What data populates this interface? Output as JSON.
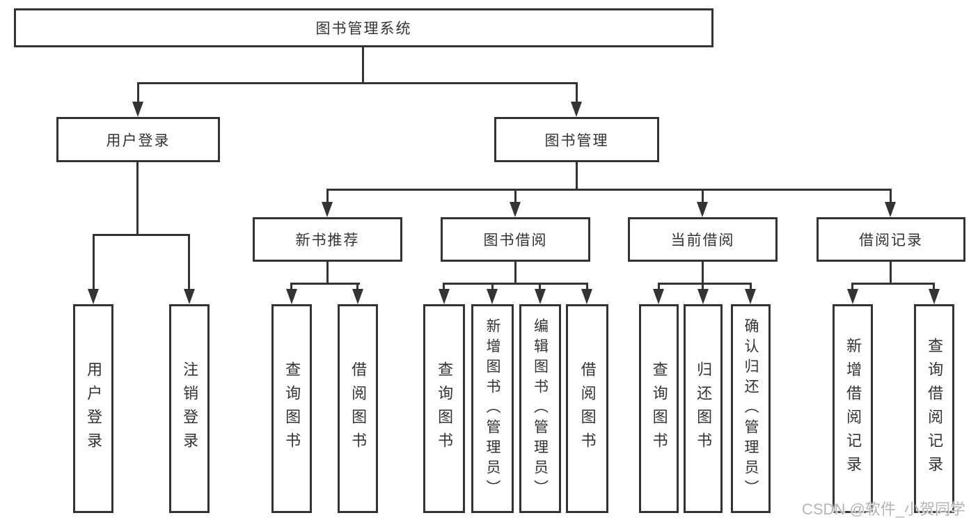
{
  "tree": {
    "root": {
      "label": "图书管理系统"
    },
    "branches": [
      {
        "label": "用户登录",
        "children": [
          {
            "label": "用户登录"
          },
          {
            "label": "注销登录"
          }
        ]
      },
      {
        "label": "图书管理",
        "children": [
          {
            "label": "新书推荐",
            "children": [
              {
                "label": "查询图书"
              },
              {
                "label": "借阅图书"
              }
            ]
          },
          {
            "label": "图书借阅",
            "children": [
              {
                "label": "查询图书"
              },
              {
                "label": "新增图书（管理员）"
              },
              {
                "label": "编辑图书（管理员）"
              },
              {
                "label": "借阅图书"
              }
            ]
          },
          {
            "label": "当前借阅",
            "children": [
              {
                "label": "查询图书"
              },
              {
                "label": "归还图书"
              },
              {
                "label": "确认归还（管理员）"
              }
            ]
          },
          {
            "label": "借阅记录",
            "children": [
              {
                "label": "新增借阅记录"
              },
              {
                "label": "查询借阅记录"
              }
            ]
          }
        ]
      }
    ]
  },
  "watermark": "CSDN @软件_小贺同学",
  "colors": {
    "line": "#333333",
    "box_border": "#333333",
    "text": "#333333",
    "background": "#ffffff",
    "watermark": "#b5b5b5"
  }
}
